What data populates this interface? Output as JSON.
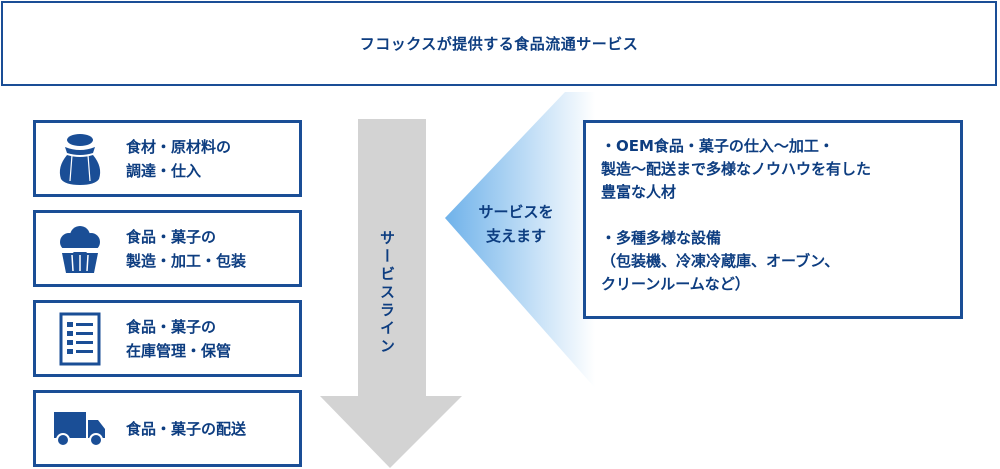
{
  "header": {
    "title": "フコックスが提供する食品流通サービス"
  },
  "services": [
    {
      "label": "食材・原材料の\n調達・仕入",
      "icon": "sack-icon"
    },
    {
      "label": "食品・菓子の\n製造・加工・包装",
      "icon": "muffin-icon"
    },
    {
      "label": "食品・菓子の\n在庫管理・保管",
      "icon": "checklist-icon"
    },
    {
      "label": "食品・菓子の配送",
      "icon": "truck-icon"
    }
  ],
  "service_line": {
    "label": "サービスライン"
  },
  "support": {
    "label": "サービスを\n支えます"
  },
  "details": {
    "item1": "・OEM食品・菓子の仕入〜加工・\n製造〜配送まで多様なノウハウを有した\n豊富な人材",
    "item2": "・多種多様な設備\n（包装機、冷凍冷蔵庫、オーブン、\nクリーンルームなど）"
  },
  "colors": {
    "border": "#1a4e96",
    "text": "#0d3d80",
    "arrow": "#d3d3d3",
    "gradient_start": "#6fb2ea",
    "gradient_end": "#ffffff"
  }
}
